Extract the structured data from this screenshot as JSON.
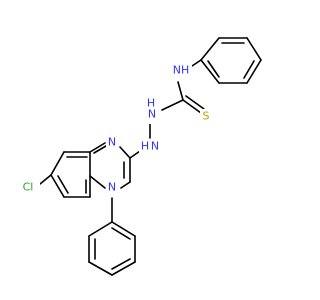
{
  "atom_labels": {
    "nh_top": "NH",
    "h": "H",
    "n_hydrazine_upper": "N",
    "n_hydrazine_lower": "N",
    "s": "S",
    "n_ring_top": "N",
    "n_ring_bottom": "N",
    "cl": "Cl"
  },
  "colors": {
    "bond": "#000000",
    "nitrogen": "#3333ff",
    "sulfur": "#b8a000",
    "chlorine": "#22aa22"
  }
}
